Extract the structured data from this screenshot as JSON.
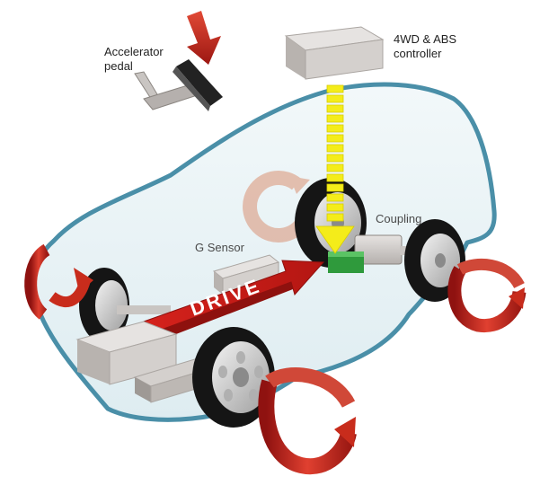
{
  "labels": {
    "accelerator_line1": "Accelerator",
    "accelerator_line2": "pedal",
    "controller_line1": "4WD & ABS",
    "controller_line2": "controller",
    "coupling": "Coupling",
    "g_sensor": "G Sensor",
    "drive": "DRIVE"
  },
  "colors": {
    "body_outline": "#4a8fa8",
    "body_fill": "#dcecf1",
    "drive_arrow": "#c8201c",
    "signal": "#f4ec1a",
    "coupling_green": "#2f9a3c",
    "spin_arrow": "#c82c1c",
    "tire": "#151515",
    "rim": "#c9c9c9",
    "component": "#c9c5c2"
  },
  "icons": {
    "pedal": "accelerator-pedal-icon",
    "press_arrow": "down-arrow-icon",
    "controller": "controller-box-icon",
    "signal": "signal-dashes-icon",
    "wheel": "wheel-icon",
    "rotation": "rotation-arrow-icon"
  }
}
